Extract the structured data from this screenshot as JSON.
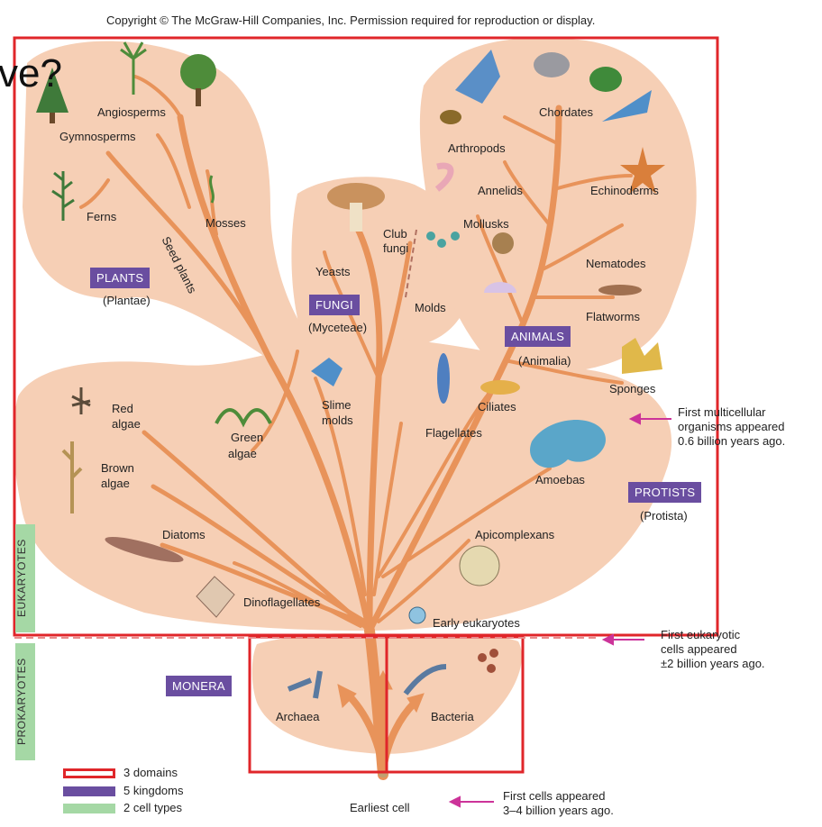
{
  "header": {
    "copyright": "Copyright © The McGraw-Hill Companies, Inc. Permission required for reproduction or display.",
    "overlay_fragment": "ve?"
  },
  "kingdoms": {
    "plants": {
      "name": "PLANTS",
      "latin": "(Plantae)"
    },
    "fungi": {
      "name": "FUNGI",
      "latin": "(Myceteae)"
    },
    "animals": {
      "name": "ANIMALS",
      "latin": "(Animalia)"
    },
    "protists": {
      "name": "PROTISTS",
      "latin": "(Protista)"
    },
    "monera": {
      "name": "MONERA"
    }
  },
  "groups": {
    "angiosperms": "Angiosperms",
    "gymnosperms": "Gymnosperms",
    "ferns": "Ferns",
    "mosses": "Mosses",
    "seed_plants": "Seed plants",
    "yeasts": "Yeasts",
    "club_fungi": [
      "Club",
      "fungi"
    ],
    "molds": "Molds",
    "chordates": "Chordates",
    "arthropods": "Arthropods",
    "annelids": "Annelids",
    "echinoderms": "Echinoderms",
    "mollusks": "Mollusks",
    "nematodes": "Nematodes",
    "flatworms": "Flatworms",
    "sponges": "Sponges",
    "red_algae": [
      "Red",
      "algae"
    ],
    "green_algae": [
      "Green",
      "algae"
    ],
    "brown_algae": [
      "Brown",
      "algae"
    ],
    "slime_molds": [
      "Slime",
      "molds"
    ],
    "ciliates": "Ciliates",
    "flagellates": "Flagellates",
    "amoebas": "Amoebas",
    "diatoms": "Diatoms",
    "apicomplexans": "Apicomplexans",
    "dinoflagellates": "Dinoflagellates",
    "early_eukaryotes": "Early eukaryotes",
    "archaea": "Archaea",
    "bacteria": "Bacteria",
    "earliest_cell": "Earliest cell"
  },
  "cell_types": {
    "eukaryotes": "EUKARYOTES",
    "prokaryotes": "PROKARYOTES"
  },
  "notes": {
    "multicellular": [
      "First multicellular",
      "organisms appeared",
      "0.6 billion years ago."
    ],
    "eukaryotic": [
      "First eukaryotic",
      "cells appeared",
      "±2 billion years ago."
    ],
    "first_cells": [
      "First  cells appeared",
      "3–4 billion years ago."
    ]
  },
  "legend": [
    {
      "label": "3 domains",
      "style": "outline",
      "color": "#e0262a"
    },
    {
      "label": "5 kingdoms",
      "style": "fill",
      "color": "#6a4ea0"
    },
    {
      "label": "2 cell types",
      "style": "fill",
      "color": "#a5d8a5"
    }
  ],
  "colors": {
    "background_region": "#f6cfb5",
    "branch": "#e8935a",
    "domain_outline": "#e0262a",
    "kingdom_box": "#6a4ea0",
    "cell_type_bar": "#a5d8a5",
    "arrow": "#cc3399"
  }
}
